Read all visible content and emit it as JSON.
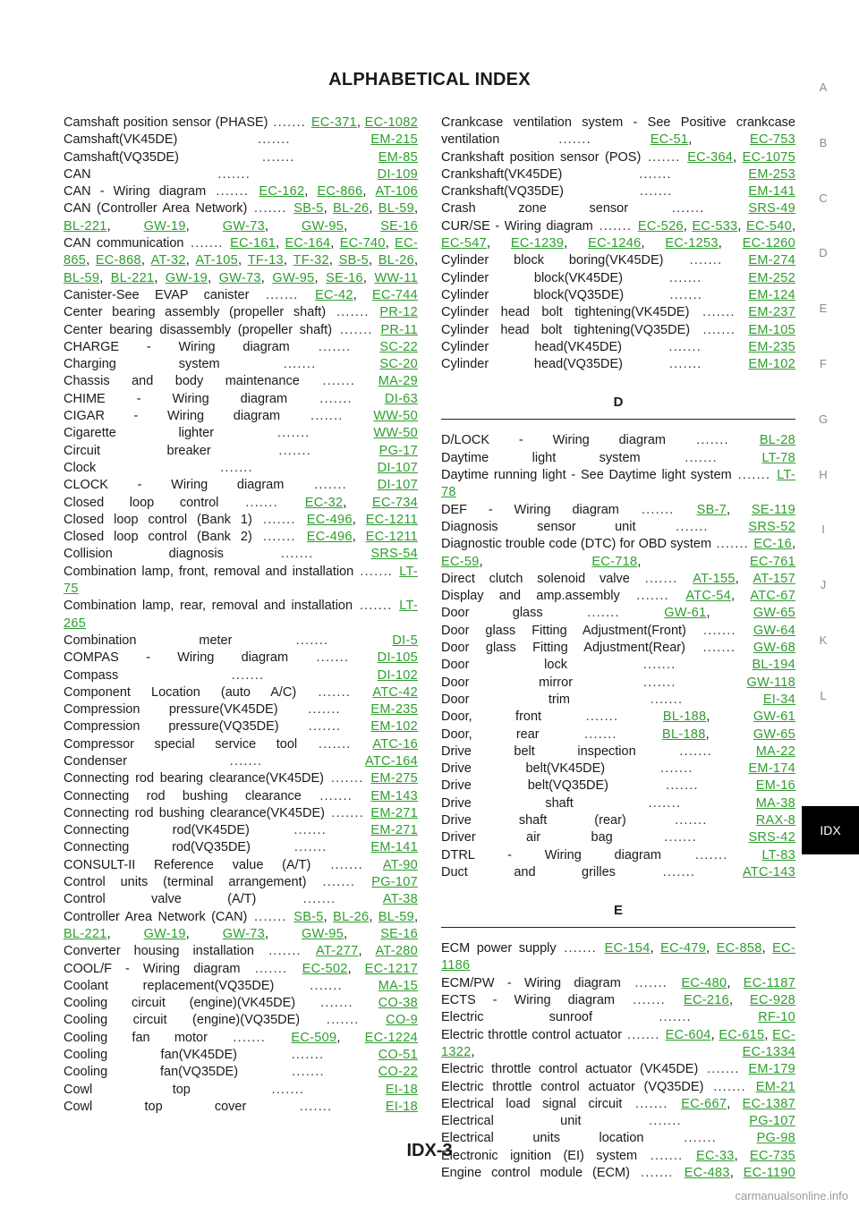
{
  "header": {
    "title": "ALPHABETICAL INDEX"
  },
  "footer": {
    "page": "IDX-3",
    "watermark": "carmanualsonline.info"
  },
  "side_nav": {
    "letters": [
      "A",
      "B",
      "C",
      "D",
      "E",
      "F",
      "G",
      "H",
      "I",
      "J",
      "K",
      "L"
    ],
    "active_tab": "IDX"
  },
  "left_column": [
    {
      "text": "Camshaft position sensor (PHASE)",
      "links": [
        "EC-371",
        "EC-1082"
      ]
    },
    {
      "text": "Camshaft(VK45DE)",
      "links": [
        "EM-215"
      ]
    },
    {
      "text": "Camshaft(VQ35DE)",
      "links": [
        "EM-85"
      ]
    },
    {
      "text": "CAN",
      "links": [
        "DI-109"
      ]
    },
    {
      "text": "CAN - Wiring diagram",
      "links": [
        "EC-162",
        "EC-866",
        "AT-106"
      ]
    },
    {
      "text": "CAN (Controller Area Network)",
      "links": [
        "SB-5",
        "BL-26",
        "BL-59",
        "BL-221",
        "GW-19",
        "GW-73",
        "GW-95",
        "SE-16"
      ]
    },
    {
      "text": "CAN communication",
      "links": [
        "EC-161",
        "EC-164",
        "EC-740",
        "EC-865",
        "EC-868",
        "AT-32",
        "AT-105",
        "TF-13",
        "TF-32",
        "SB-5",
        "BL-26",
        "BL-59",
        "BL-221",
        "GW-19",
        "GW-73",
        "GW-95",
        "SE-16",
        "WW-11"
      ]
    },
    {
      "text": "Canister-See EVAP canister",
      "links": [
        "EC-42",
        "EC-744"
      ]
    },
    {
      "text": "Center bearing assembly (propeller shaft)",
      "links": [
        "PR-12"
      ]
    },
    {
      "text": "Center bearing disassembly (propeller shaft)",
      "links": [
        "PR-11"
      ]
    },
    {
      "text": "CHARGE - Wiring diagram",
      "links": [
        "SC-22"
      ]
    },
    {
      "text": "Charging system",
      "links": [
        "SC-20"
      ]
    },
    {
      "text": "Chassis and body maintenance",
      "links": [
        "MA-29"
      ]
    },
    {
      "text": "CHIME - Wiring diagram",
      "links": [
        "DI-63"
      ]
    },
    {
      "text": "CIGAR - Wiring diagram",
      "links": [
        "WW-50"
      ]
    },
    {
      "text": "Cigarette lighter",
      "links": [
        "WW-50"
      ]
    },
    {
      "text": "Circuit breaker",
      "links": [
        "PG-17"
      ]
    },
    {
      "text": "Clock",
      "links": [
        "DI-107"
      ]
    },
    {
      "text": "CLOCK - Wiring diagram",
      "links": [
        "DI-107"
      ]
    },
    {
      "text": "Closed loop control",
      "links": [
        "EC-32",
        "EC-734"
      ]
    },
    {
      "text": "Closed loop control (Bank 1)",
      "links": [
        "EC-496",
        "EC-1211"
      ]
    },
    {
      "text": "Closed loop control (Bank 2)",
      "links": [
        "EC-496",
        "EC-1211"
      ]
    },
    {
      "text": "Collision diagnosis",
      "links": [
        "SRS-54"
      ]
    },
    {
      "text": "Combination lamp, front, removal and installation",
      "links": [
        "LT-75"
      ]
    },
    {
      "text": "Combination lamp, rear, removal and installation",
      "links": [
        "LT-265"
      ]
    },
    {
      "text": "Combination meter",
      "links": [
        "DI-5"
      ]
    },
    {
      "text": "COMPAS - Wiring diagram",
      "links": [
        "DI-105"
      ]
    },
    {
      "text": "Compass",
      "links": [
        "DI-102"
      ]
    },
    {
      "text": "Component Location (auto A/C)",
      "links": [
        "ATC-42"
      ]
    },
    {
      "text": "Compression pressure(VK45DE)",
      "links": [
        "EM-235"
      ]
    },
    {
      "text": "Compression pressure(VQ35DE)",
      "links": [
        "EM-102"
      ]
    },
    {
      "text": "Compressor special service tool",
      "links": [
        "ATC-16"
      ]
    },
    {
      "text": "Condenser",
      "links": [
        "ATC-164"
      ]
    },
    {
      "text": "Connecting rod bearing clearance(VK45DE)",
      "links": [
        "EM-275"
      ]
    },
    {
      "text": "Connecting rod bushing clearance",
      "links": [
        "EM-143"
      ]
    },
    {
      "text": "Connecting rod bushing clearance(VK45DE)",
      "links": [
        "EM-271"
      ]
    },
    {
      "text": "Connecting rod(VK45DE)",
      "links": [
        "EM-271"
      ]
    },
    {
      "text": "Connecting rod(VQ35DE)",
      "links": [
        "EM-141"
      ]
    },
    {
      "text": "CONSULT-II Reference value (A/T)",
      "links": [
        "AT-90"
      ]
    },
    {
      "text": "Control units (terminal arrangement)",
      "links": [
        "PG-107"
      ]
    },
    {
      "text": "Control valve (A/T)",
      "links": [
        "AT-38"
      ]
    },
    {
      "text": "Controller Area Network (CAN)",
      "links": [
        "SB-5",
        "BL-26",
        "BL-59",
        "BL-221",
        "GW-19",
        "GW-73",
        "GW-95",
        "SE-16"
      ]
    },
    {
      "text": "Converter housing installation",
      "links": [
        "AT-277",
        "AT-280"
      ]
    },
    {
      "text": "COOL/F - Wiring diagram",
      "links": [
        "EC-502",
        "EC-1217"
      ]
    },
    {
      "text": "Coolant replacement(VQ35DE)",
      "links": [
        "MA-15"
      ]
    },
    {
      "text": "Cooling circuit (engine)(VK45DE)",
      "links": [
        "CO-38"
      ]
    },
    {
      "text": "Cooling circuit (engine)(VQ35DE)",
      "links": [
        "CO-9"
      ]
    },
    {
      "text": "Cooling fan motor",
      "links": [
        "EC-509",
        "EC-1224"
      ]
    },
    {
      "text": "Cooling fan(VK45DE)",
      "links": [
        "CO-51"
      ]
    },
    {
      "text": "Cooling fan(VQ35DE)",
      "links": [
        "CO-22"
      ]
    },
    {
      "text": "Cowl top",
      "links": [
        "EI-18"
      ]
    },
    {
      "text": "Cowl top cover",
      "links": [
        "EI-18"
      ]
    }
  ],
  "right_column": {
    "c_entries": [
      {
        "text": "Crankcase ventilation system - See Positive crankcase ventilation",
        "links": [
          "EC-51",
          "EC-753"
        ]
      },
      {
        "text": "Crankshaft position sensor (POS)",
        "links": [
          "EC-364",
          "EC-1075"
        ]
      },
      {
        "text": "Crankshaft(VK45DE)",
        "links": [
          "EM-253"
        ]
      },
      {
        "text": "Crankshaft(VQ35DE)",
        "links": [
          "EM-141"
        ]
      },
      {
        "text": "Crash zone sensor",
        "links": [
          "SRS-49"
        ]
      },
      {
        "text": "CUR/SE - Wiring diagram",
        "links": [
          "EC-526",
          "EC-533",
          "EC-540",
          "EC-547",
          "EC-1239",
          "EC-1246",
          "EC-1253",
          "EC-1260"
        ]
      },
      {
        "text": "Cylinder block boring(VK45DE)",
        "links": [
          "EM-274"
        ]
      },
      {
        "text": "Cylinder block(VK45DE)",
        "links": [
          "EM-252"
        ]
      },
      {
        "text": "Cylinder block(VQ35DE)",
        "links": [
          "EM-124"
        ]
      },
      {
        "text": "Cylinder head bolt tightening(VK45DE)",
        "links": [
          "EM-237"
        ]
      },
      {
        "text": "Cylinder head bolt tightening(VQ35DE)",
        "links": [
          "EM-105"
        ]
      },
      {
        "text": "Cylinder head(VK45DE)",
        "links": [
          "EM-235"
        ]
      },
      {
        "text": "Cylinder head(VQ35DE)",
        "links": [
          "EM-102"
        ]
      }
    ],
    "d_heading": "D",
    "d_entries": [
      {
        "text": "D/LOCK - Wiring diagram",
        "links": [
          "BL-28"
        ]
      },
      {
        "text": "Daytime light system",
        "links": [
          "LT-78"
        ]
      },
      {
        "text": "Daytime running light - See Daytime light system",
        "links": [
          "LT-78"
        ]
      },
      {
        "text": "DEF - Wiring diagram",
        "links": [
          "SB-7",
          "SE-119"
        ]
      },
      {
        "text": "Diagnosis sensor unit",
        "links": [
          "SRS-52"
        ]
      },
      {
        "text": "Diagnostic trouble code (DTC) for OBD system",
        "links": [
          "EC-16",
          "EC-59",
          "EC-718",
          "EC-761"
        ]
      },
      {
        "text": "Direct clutch solenoid valve",
        "links": [
          "AT-155",
          "AT-157"
        ]
      },
      {
        "text": "Display and amp.assembly",
        "links": [
          "ATC-54",
          "ATC-67"
        ]
      },
      {
        "text": "Door glass",
        "links": [
          "GW-61",
          "GW-65"
        ]
      },
      {
        "text": "Door glass Fitting Adjustment(Front)",
        "links": [
          "GW-64"
        ]
      },
      {
        "text": "Door glass Fitting Adjustment(Rear)",
        "links": [
          "GW-68"
        ]
      },
      {
        "text": "Door lock",
        "links": [
          "BL-194"
        ]
      },
      {
        "text": "Door mirror",
        "links": [
          "GW-118"
        ]
      },
      {
        "text": "Door trim",
        "links": [
          "EI-34"
        ]
      },
      {
        "text": "Door, front",
        "links": [
          "BL-188",
          "GW-61"
        ]
      },
      {
        "text": "Door, rear",
        "links": [
          "BL-188",
          "GW-65"
        ]
      },
      {
        "text": "Drive belt inspection",
        "links": [
          "MA-22"
        ]
      },
      {
        "text": "Drive belt(VK45DE)",
        "links": [
          "EM-174"
        ]
      },
      {
        "text": "Drive belt(VQ35DE)",
        "links": [
          "EM-16"
        ]
      },
      {
        "text": "Drive shaft",
        "links": [
          "MA-38"
        ]
      },
      {
        "text": "Drive shaft (rear)",
        "links": [
          "RAX-8"
        ]
      },
      {
        "text": "Driver air bag",
        "links": [
          "SRS-42"
        ]
      },
      {
        "text": "DTRL - Wiring diagram",
        "links": [
          "LT-83"
        ]
      },
      {
        "text": "Duct and grilles",
        "links": [
          "ATC-143"
        ]
      }
    ],
    "e_heading": "E",
    "e_entries": [
      {
        "text": "ECM power supply",
        "links": [
          "EC-154",
          "EC-479",
          "EC-858",
          "EC-1186"
        ]
      },
      {
        "text": "ECM/PW - Wiring diagram",
        "links": [
          "EC-480",
          "EC-1187"
        ]
      },
      {
        "text": "ECTS - Wiring diagram",
        "links": [
          "EC-216",
          "EC-928"
        ]
      },
      {
        "text": "Electric sunroof",
        "links": [
          "RF-10"
        ]
      },
      {
        "text": "Electric throttle control actuator",
        "links": [
          "EC-604",
          "EC-615",
          "EC-1322",
          "EC-1334"
        ]
      },
      {
        "text": "Electric throttle control actuator (VK45DE)",
        "links": [
          "EM-179"
        ]
      },
      {
        "text": "Electric throttle control actuator (VQ35DE)",
        "links": [
          "EM-21"
        ]
      },
      {
        "text": "Electrical load signal circuit",
        "links": [
          "EC-667",
          "EC-1387"
        ]
      },
      {
        "text": "Electrical unit",
        "links": [
          "PG-107"
        ]
      },
      {
        "text": "Electrical units location",
        "links": [
          "PG-98"
        ]
      },
      {
        "text": "Electronic ignition (EI) system",
        "links": [
          "EC-33",
          "EC-735"
        ]
      },
      {
        "text": "Engine control module (ECM)",
        "links": [
          "EC-483",
          "EC-1190"
        ]
      }
    ]
  }
}
